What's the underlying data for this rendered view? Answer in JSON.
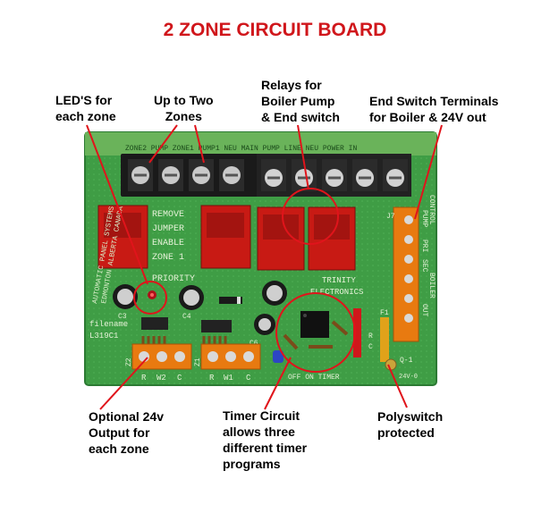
{
  "title": "2 ZONE CIRCUIT BOARD",
  "labels": {
    "leds": [
      "LED'S for",
      "each zone"
    ],
    "zones": [
      "Up to Two",
      "Zones"
    ],
    "relays": [
      "Relays for",
      "Boiler Pump",
      "& End switch"
    ],
    "end_switch": [
      "End Switch Terminals",
      "for Boiler & 24V out"
    ],
    "optional": [
      "Optional 24v",
      "Output for",
      "each zone"
    ],
    "timer": [
      "Timer Circuit",
      "allows three",
      "different timer",
      "programs"
    ],
    "polyswitch": [
      "Polyswitch",
      "protected"
    ]
  },
  "board_print": {
    "maker": [
      "AUTOMATIC PANEL SYSTEMS",
      "EDMONTON ALBERTA CANADA"
    ],
    "filename": [
      "filename",
      "L319C1"
    ],
    "jumper": [
      "REMOVE",
      "JUMPER",
      "ENABLE",
      "ZONE 1",
      "PRIORITY"
    ],
    "trinity": [
      "TRINITY",
      "ELECTRONICS"
    ],
    "top_terminals": "ZONE2  PUMP  ZONE1  PUMP1  NEU  MAIN PUMP  LINE  NEU  POWER IN",
    "bottom_timer": "OFF  ON  TIMER",
    "side_right": [
      "PUMP",
      "CONTROL",
      "PRI",
      "SEC",
      "BOILER",
      "OUT"
    ],
    "z2_terms": [
      "R",
      "W2",
      "C"
    ],
    "z1_terms": [
      "R",
      "W1",
      "C"
    ],
    "misc": [
      "C3",
      "C4",
      "C6",
      "F1",
      "Q-1",
      "J7",
      "Z2",
      "Z1",
      "R",
      "C",
      "24V-0"
    ]
  },
  "colors": {
    "title": "#d0161b",
    "pcb": "#3f9d45",
    "callout": "#e0141b",
    "terminal_orange": "#e87a10",
    "relay_red": "#c81a14",
    "terminal_black": "#1a1a1a"
  }
}
